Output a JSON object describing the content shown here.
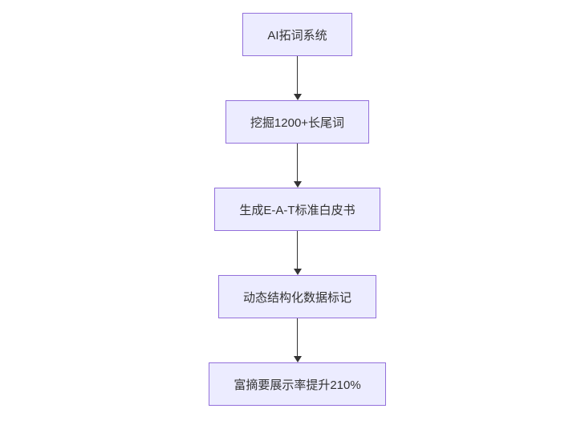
{
  "diagram": {
    "type": "flowchart",
    "direction": "top-down",
    "nodes": [
      {
        "id": "A",
        "label": "AI拓词系统"
      },
      {
        "id": "B",
        "label": "挖掘1200+长尾词"
      },
      {
        "id": "C",
        "label": "生成E-A-T标准白皮书"
      },
      {
        "id": "D",
        "label": "动态结构化数据标记"
      },
      {
        "id": "E",
        "label": "富摘要展示率提升210%"
      }
    ],
    "edges": [
      {
        "from": "A",
        "to": "B"
      },
      {
        "from": "B",
        "to": "C"
      },
      {
        "from": "C",
        "to": "D"
      },
      {
        "from": "D",
        "to": "E"
      }
    ],
    "colors": {
      "background": "#ffffff",
      "node_fill": "#ececff",
      "node_border": "#9370db",
      "node_text": "#333333",
      "arrow": "#333333"
    }
  }
}
